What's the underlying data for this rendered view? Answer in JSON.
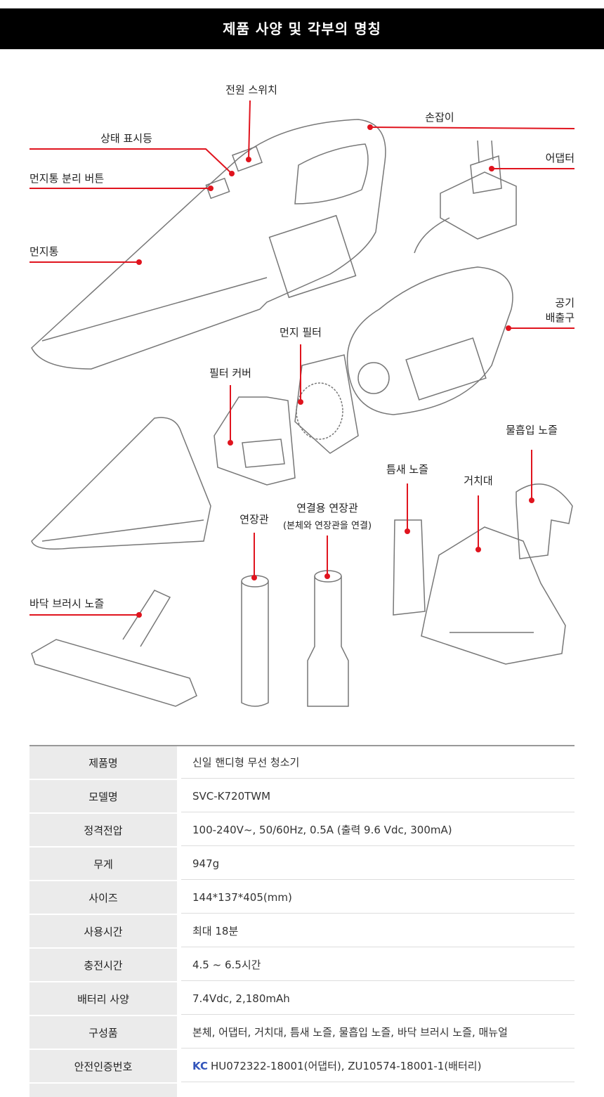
{
  "header": {
    "title": "제품 사양 및 각부의 명칭"
  },
  "parts": {
    "power_switch": "전원 스위치",
    "handle": "손잡이",
    "status_light": "상태 표시등",
    "bin_release": "먼지통 분리 버튼",
    "adapter": "어댑터",
    "dust_bin": "먼지통",
    "exhaust_1": "공기",
    "exhaust_2": "배출구",
    "dust_filter": "먼지 필터",
    "filter_cover": "필터 커버",
    "water_nozzle": "물흡입 노즐",
    "crevice_nozzle": "틈새 노즐",
    "stand": "거치대",
    "extension": "연장관",
    "connector": "연결용 연장관",
    "connector_note": "(본체와 연장관을 연결)",
    "floor_brush": "바닥 브러시 노즐"
  },
  "accent_color": "#e0141e",
  "specs": [
    {
      "k": "제품명",
      "v": "신일 핸디형 무선 청소기"
    },
    {
      "k": "모델명",
      "v": "SVC-K720TWM"
    },
    {
      "k": "정격전압",
      "v": "100-240V~, 50/60Hz, 0.5A (출력 9.6 Vdc, 300mA)"
    },
    {
      "k": "무게",
      "v": "947g"
    },
    {
      "k": "사이즈",
      "v": "144*137*405(mm)"
    },
    {
      "k": "사용시간",
      "v": "최대 18분"
    },
    {
      "k": "충전시간",
      "v": "4.5 ~ 6.5시간"
    },
    {
      "k": "배터리 사양",
      "v": "7.4Vdc, 2,180mAh"
    },
    {
      "k": "구성품",
      "v": "본체, 어댑터, 거치대, 틈새 노즐, 물흡입 노즐, 바닥 브러시 노즐, 매뉴얼"
    },
    {
      "k": "안전인증번호",
      "v": "HU072322-18001(어댑터), ZU10574-18001-1(배터리)",
      "kc": "KC"
    }
  ]
}
